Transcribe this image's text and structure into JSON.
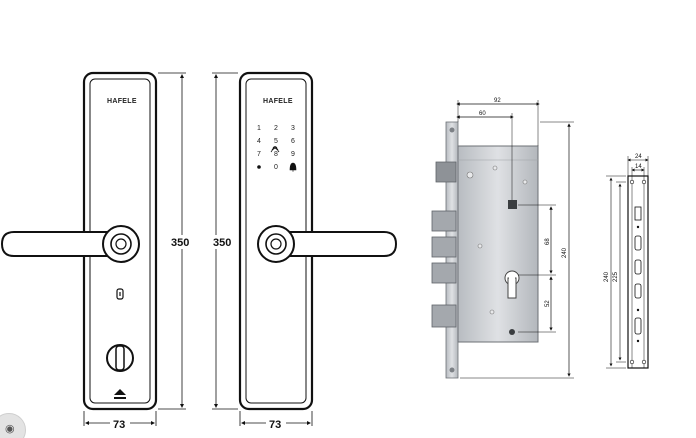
{
  "lock_front": {
    "brand": "HAFELE",
    "dim_height": "350",
    "dim_width": "73"
  },
  "lock_back": {
    "brand": "HAFELE",
    "keypad": [
      "1",
      "2",
      "3",
      "4",
      "5",
      "6",
      "7",
      "8",
      "9",
      "0"
    ],
    "dim_height": "350",
    "dim_width": "73"
  },
  "mortise": {
    "dim_top_wide": "92",
    "dim_top_narrow": "60",
    "dim_height": "240",
    "dim_mid": "68",
    "dim_low": "52"
  },
  "strike": {
    "dim_outer": "24",
    "dim_inner": "14",
    "dim_outer_height": "240",
    "dim_inner_height": "225"
  },
  "colors": {
    "line": "#111111",
    "metal": "#c9ccd0",
    "metal_dark": "#8e9297"
  }
}
